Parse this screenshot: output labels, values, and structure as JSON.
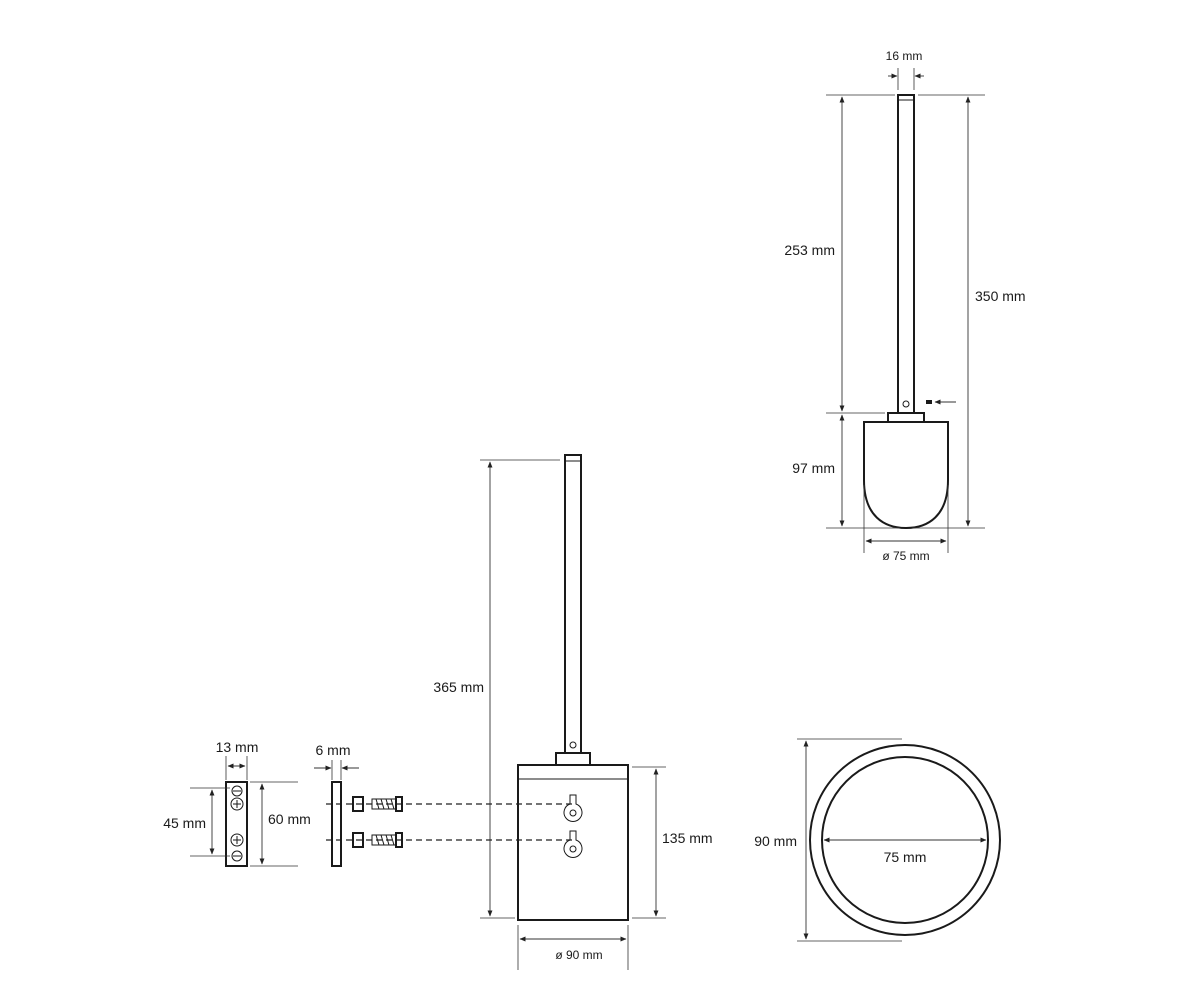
{
  "colors": {
    "line": "#1a1a1a",
    "background": "#ffffff"
  },
  "icons": [
    "arrow-icon",
    "screw-icon",
    "wall-plug-icon",
    "keyhole-slot-icon"
  ],
  "dimensions": {
    "brush_rod_width": "16 mm",
    "brush_handle_length": "253 mm",
    "brush_total_length": "350 mm",
    "brush_head_height": "97 mm",
    "brush_head_diameter": "ø 75 mm",
    "holder_total_height": "365 mm",
    "holder_body_height": "135 mm",
    "holder_diameter": "ø 90 mm",
    "bracket_width": "13 mm",
    "bracket_hole_spacing": "45 mm",
    "bracket_height": "60 mm",
    "plate_thickness": "6 mm",
    "top_outer_diameter": "90 mm",
    "top_inner_diameter": "75 mm"
  }
}
